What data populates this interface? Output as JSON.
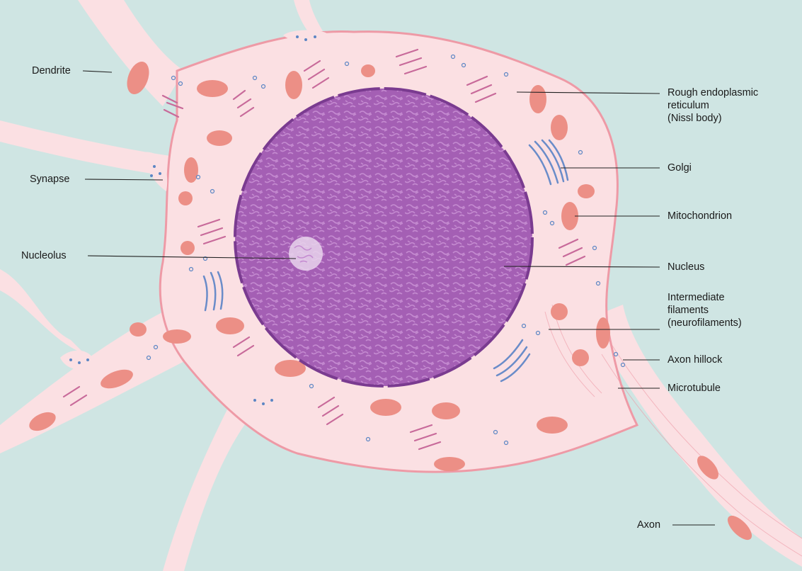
{
  "colors": {
    "background": "#cfe5e3",
    "cytoplasm": "#fbe0e3",
    "membrane": "#ee9aa6",
    "nucleus": "#a45fb4",
    "nucleus_texture": "#c48ad0",
    "nucleus_envelope": "#7a3b90",
    "mitochondrion": "#ec8f86",
    "mitochondrion_inner": "#c9574f",
    "rough_er": "#c86a9a",
    "golgi": "#6a8cc9",
    "vesicle": "#5c86c4",
    "leader": "#222222"
  },
  "labels": {
    "dendrite": "Dendrite",
    "synapse": "Synapse",
    "nucleolus": "Nucleolus",
    "rough_er": [
      "Rough endoplasmic",
      "reticulum",
      "(Nissl body)"
    ],
    "golgi": "Golgi",
    "mitochondrion": "Mitochondrion",
    "nucleus": "Nucleus",
    "intermediate_filaments": [
      "Intermediate",
      "filaments",
      "(neurofilaments)"
    ],
    "axon_hillock": "Axon hillock",
    "microtubule": "Microtubule",
    "axon": "Axon"
  },
  "icons": {
    "mitochondrion": "mitochondrion-icon",
    "golgi": "golgi-stack-icon",
    "rough_er": "rough-er-icon",
    "vesicle": "vesicle-icon",
    "synapse": "synaptic-bouton-icon"
  }
}
